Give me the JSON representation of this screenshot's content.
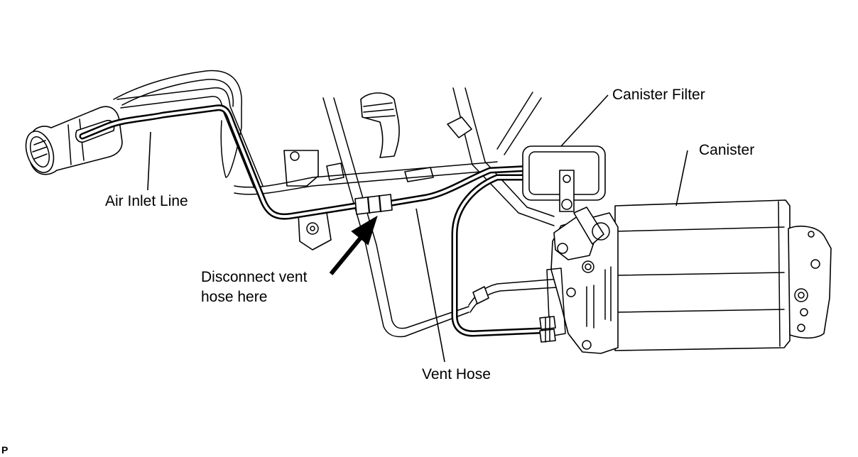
{
  "diagram": {
    "labels": {
      "air_inlet_line": "Air Inlet Line",
      "canister_filter": "Canister Filter",
      "canister": "Canister",
      "disconnect_line1": "Disconnect vent",
      "disconnect_line2": "hose here",
      "vent_hose": "Vent Hose"
    },
    "corner_mark": "P",
    "colors": {
      "line": "#000000",
      "background": "#ffffff"
    }
  }
}
